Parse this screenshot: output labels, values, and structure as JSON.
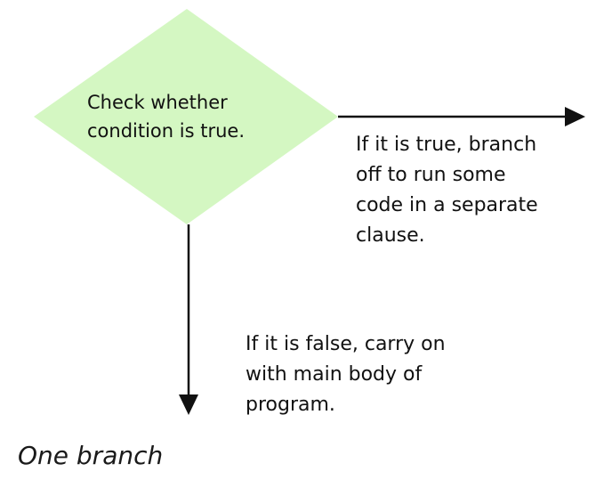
{
  "diagram": {
    "colors": {
      "decision_fill": "#d4f7c2",
      "line": "#111111",
      "text": "#111111"
    },
    "decision": {
      "shape": "diamond",
      "lines": [
        "Check whether",
        "condition is true."
      ]
    },
    "true_branch": {
      "lines": [
        "If it is true, branch",
        "off to run some",
        "code in a separate",
        "clause."
      ]
    },
    "false_branch": {
      "lines": [
        "If it is false, carry on",
        "with main body of",
        "program."
      ]
    }
  },
  "caption": "One branch"
}
